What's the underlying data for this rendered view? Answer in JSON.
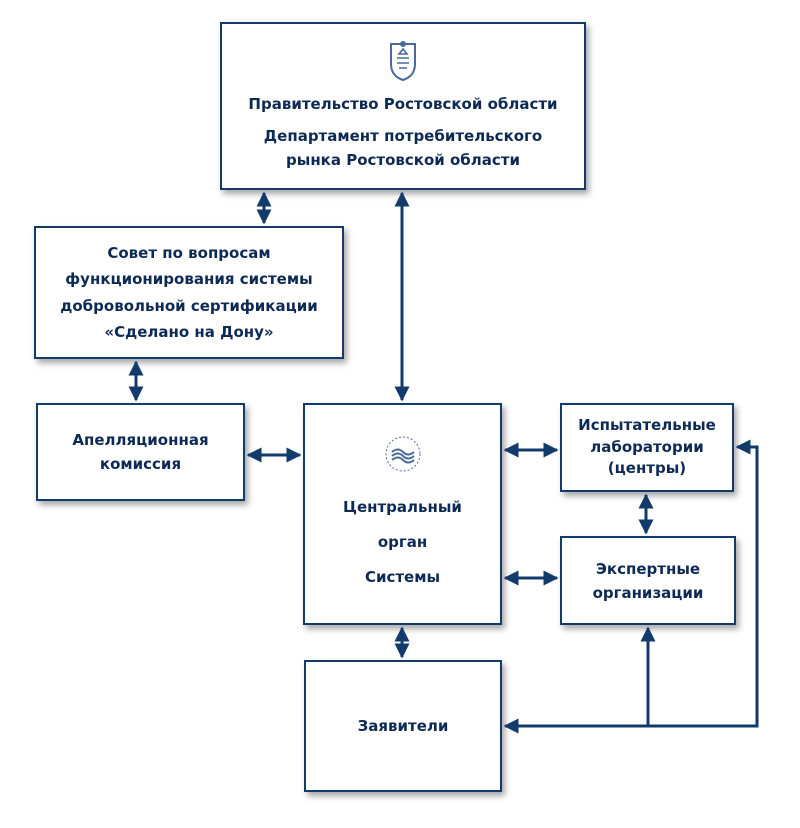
{
  "government": {
    "line1": "Правительство Ростовской области",
    "line2": "Департамент потребительского\nрынка Ростовской области"
  },
  "council": {
    "text": "Совет по вопросам\nфункционирования системы\nдобровольной сертификации\n«Сделано на Дону»"
  },
  "appeal": {
    "text": "Апелляционная\nкомиссия"
  },
  "central": {
    "line1": "Центральный",
    "line2": "орган",
    "line3": "Системы"
  },
  "labs": {
    "text": "Испытательные\nлаборатории\n(центры)"
  },
  "experts": {
    "text": "Экспертные\nорганизации"
  },
  "applicants": {
    "text": "Заявители"
  },
  "colors": {
    "line": "#123a6b",
    "text": "#0d2a55"
  },
  "icons": {
    "government": "coat-of-arms-emblem",
    "central": "made-on-don-logo"
  }
}
